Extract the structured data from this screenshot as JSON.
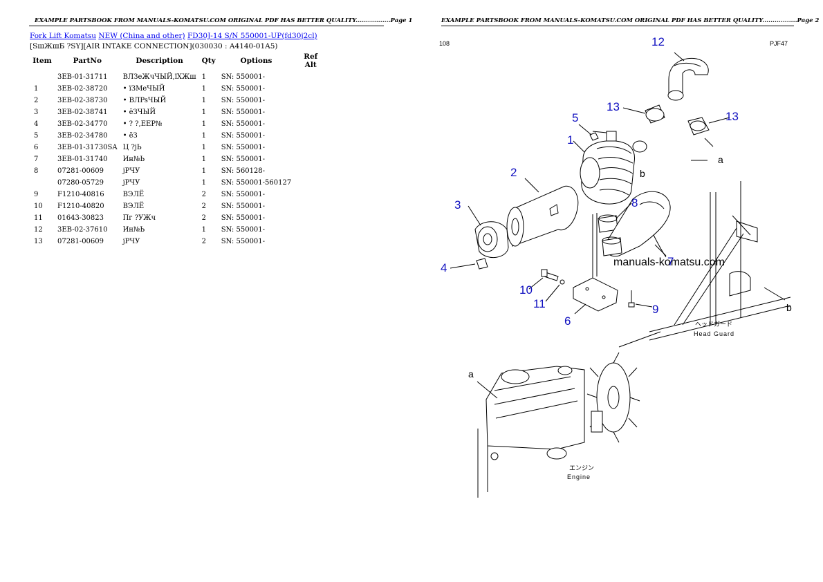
{
  "page1": {
    "header": "EXAMPLE PARTSBOOK FROM MANUALS-KOMATSU.COM ORIGINAL PDF HAS BETTER QUALITY.................Page 1",
    "breadcrumbs": [
      {
        "label": "Fork Lift Komatsu"
      },
      {
        "label": "NEW (China and other)"
      },
      {
        "label": "FD30J-14 S/N 550001-UP(fd30j2cl)"
      }
    ],
    "subtitle": "[SшЖшБ ?SY][AIR INTAKE CONNECTION](030030 : A4140-01A5)",
    "table": {
      "headers": {
        "item": "Item",
        "partno": "PartNo",
        "description": "Description",
        "qty": "Qty",
        "options": "Options",
        "refalt": "Ref Alt"
      },
      "rows": [
        {
          "item": "",
          "partno": "3EB-01-31711",
          "description": "ВЛЗеЖчЧЫЙ,ïХЖш",
          "qty": "1",
          "options": "SN: 550001-"
        },
        {
          "item": "1",
          "partno": "3EB-02-38720",
          "description": "• ïЗМеЧЫЙ",
          "qty": "1",
          "options": "SN: 550001-"
        },
        {
          "item": "2",
          "partno": "3EB-02-38730",
          "description": "• ВЛPsЧЫЙ",
          "qty": "1",
          "options": "SN: 550001-"
        },
        {
          "item": "3",
          "partno": "3EB-02-38741",
          "description": "• ёЗЧЫЙ",
          "qty": "1",
          "options": "SN: 550001-"
        },
        {
          "item": "4",
          "partno": "3EB-02-34770",
          "description": "• ? ?,ЕЕР№",
          "qty": "1",
          "options": "SN: 550001-"
        },
        {
          "item": "5",
          "partno": "3EB-02-34780",
          "description": "• ёЗ",
          "qty": "1",
          "options": "SN: 550001-"
        },
        {
          "item": "6",
          "partno": "3EB-01-31730SA",
          "description": "Ц ?jЬ",
          "qty": "1",
          "options": "SN: 550001-"
        },
        {
          "item": "7",
          "partno": "3EB-01-31740",
          "description": "Ин№Ь",
          "qty": "1",
          "options": "SN: 550001-"
        },
        {
          "item": "8",
          "partno": "07281-00609",
          "description": "jРЧУ",
          "qty": "1",
          "options": "SN: 560128-"
        },
        {
          "item": "",
          "partno": "07280-05729",
          "description": "jРЧУ",
          "qty": "1",
          "options": "SN: 550001-560127"
        },
        {
          "item": "9",
          "partno": "F1210-40816",
          "description": "ВЭЛЁ",
          "qty": "2",
          "options": "SN: 550001-"
        },
        {
          "item": "10",
          "partno": "F1210-40820",
          "description": "ВЭЛЁ",
          "qty": "2",
          "options": "SN: 550001-"
        },
        {
          "item": "11",
          "partno": "01643-30823",
          "description": "Пг ?УЖч",
          "qty": "2",
          "options": "SN: 550001-"
        },
        {
          "item": "12",
          "partno": "3EB-02-37610",
          "description": "Ин№Ь",
          "qty": "1",
          "options": "SN: 550001-"
        },
        {
          "item": "13",
          "partno": "07281-00609",
          "description": "jРЧУ",
          "qty": "2",
          "options": "SN: 550001-"
        }
      ]
    }
  },
  "page2": {
    "header": "EXAMPLE PARTSBOOK FROM MANUALS-KOMATSU.COM ORIGINAL PDF HAS BETTER QUALITY.................Page 2",
    "diagram": {
      "corner_left": "108",
      "corner_right": "PJF47",
      "watermark": "manuals-komatsu.com",
      "callouts": {
        "n1": "1",
        "n2": "2",
        "n3": "3",
        "n4": "4",
        "n5": "5",
        "n6": "6",
        "n7": "7",
        "n8": "8",
        "n9": "9",
        "n10": "10",
        "n11": "11",
        "n12": "12",
        "n13a": "13",
        "n13b": "13"
      },
      "ref_a1": "a",
      "ref_a2": "a",
      "ref_b1": "b",
      "ref_b2": "b",
      "head_guard_jp": "ヘッドガード",
      "head_guard_en": "Head Guard",
      "engine_jp": "エンジン",
      "engine_en": "Engine"
    }
  }
}
